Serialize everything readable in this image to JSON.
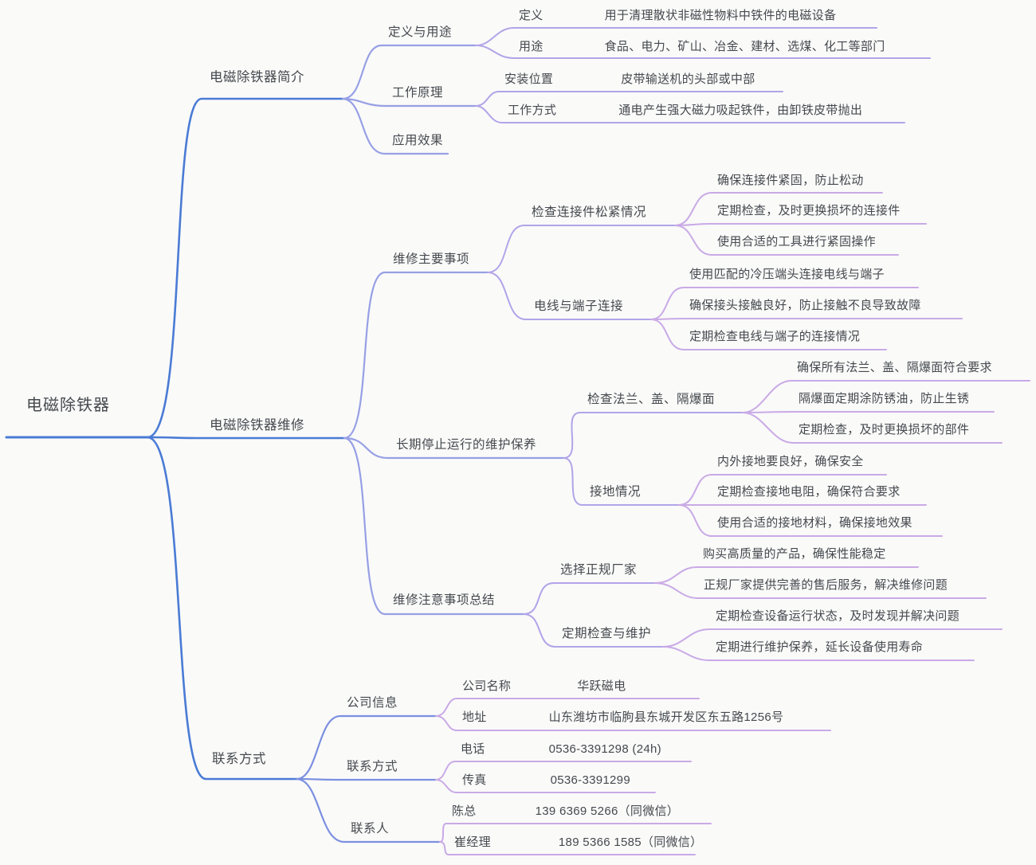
{
  "colors": {
    "level1_blue": "#4a7bd5",
    "level2_periwinkle": "#97a0e5",
    "contact_level2_blue": "#7b90e0",
    "level3_lavender": "#b2a4e8",
    "leaf_purple": "#c9aae6",
    "text": "#45494e",
    "background": "#fafaf9"
  },
  "root": {
    "label": "电磁除铁器"
  },
  "branches": [
    {
      "label": "电磁除铁器简介",
      "children": [
        {
          "label": "定义与用途",
          "rows": [
            {
              "field": "定义",
              "value": "用于清理散状非磁性物料中铁件的电磁设备"
            },
            {
              "field": "用途",
              "value": "食品、电力、矿山、冶金、建材、选煤、化工等部门"
            }
          ]
        },
        {
          "label": "工作原理",
          "rows": [
            {
              "field": "安装位置",
              "value": "皮带输送机的头部或中部"
            },
            {
              "field": "工作方式",
              "value": "通电产生强大磁力吸起铁件，由卸铁皮带抛出"
            }
          ]
        },
        {
          "label": "应用效果",
          "rows": []
        }
      ]
    },
    {
      "label": "电磁除铁器维修",
      "children": [
        {
          "label": "维修主要事项",
          "children": [
            {
              "label": "检查连接件松紧情况",
              "leaves": [
                "确保连接件紧固，防止松动",
                "定期检查，及时更换损坏的连接件",
                "使用合适的工具进行紧固操作"
              ]
            },
            {
              "label": "电线与端子连接",
              "leaves": [
                "使用匹配的冷压端头连接电线与端子",
                "确保接头接触良好，防止接触不良导致故障",
                "定期检查电线与端子的连接情况"
              ]
            }
          ]
        },
        {
          "label": "长期停止运行的维护保养",
          "children": [
            {
              "label": "检查法兰、盖、隔爆面",
              "leaves": [
                "确保所有法兰、盖、隔爆面符合要求",
                "隔爆面定期涂防锈油，防止生锈",
                "定期检查，及时更换损坏的部件"
              ]
            },
            {
              "label": "接地情况",
              "leaves": [
                "内外接地要良好，确保安全",
                "定期检查接地电阻，确保符合要求",
                "使用合适的接地材料，确保接地效果"
              ]
            }
          ]
        },
        {
          "label": "维修注意事项总结",
          "children": [
            {
              "label": "选择正规厂家",
              "leaves": [
                "购买高质量的产品，确保性能稳定",
                "正规厂家提供完善的售后服务，解决维修问题"
              ]
            },
            {
              "label": "定期检查与维护",
              "leaves": [
                "定期检查设备运行状态，及时发现并解决问题",
                "定期进行维护保养，延长设备使用寿命"
              ]
            }
          ]
        }
      ]
    },
    {
      "label": "联系方式",
      "children": [
        {
          "label": "公司信息",
          "rows": [
            {
              "field": "公司名称",
              "value": "华跃磁电"
            },
            {
              "field": "地址",
              "value": "山东潍坊市临朐县东城开发区东五路1256号"
            }
          ]
        },
        {
          "label": "联系方式",
          "rows": [
            {
              "field": "电话",
              "value": "0536-3391298 (24h)"
            },
            {
              "field": "传真",
              "value": "0536-3391299"
            }
          ]
        },
        {
          "label": "联系人",
          "rows": [
            {
              "field": "陈总",
              "value": "139 6369 5266（同微信）"
            },
            {
              "field": "崔经理",
              "value": "189 5366 1585（同微信）"
            }
          ]
        }
      ]
    }
  ]
}
